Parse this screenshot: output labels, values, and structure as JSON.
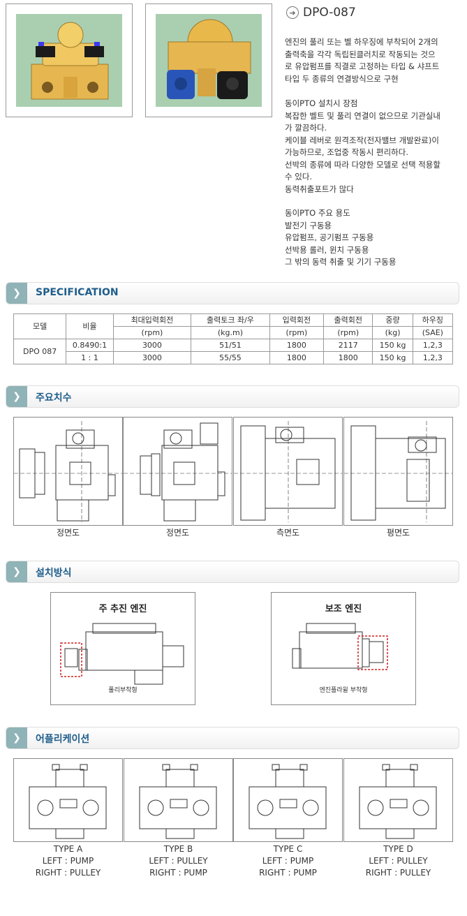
{
  "product": {
    "model": "DPO-087",
    "description": [
      "엔진의 풀리 또는 벨 하우징에 부착되어 2개의",
      "출력축을 각각 독립된클러치로 작동되는 것으",
      "로 유압펌프를 직결로 고정하는 타입 & 샤프트",
      "타입 두 종류의 연결방식으로 구현"
    ],
    "merits_title": "동이PTO 설치시 장점",
    "merits": [
      "복잡한 벨트 및 풀리 연결이 없으므로 기관실내",
      "가 깔끔하다.",
      "케이블 레버로 원격조작(전자밸브 개발완료)이",
      "가능하므로, 조업중 작동시 편리하다.",
      "선박의 종류에 따라 다양한 모델로 선택 적용할",
      "수 있다.",
      "동력취출포트가 많다"
    ],
    "uses_title": "동이PTO 주요 용도",
    "uses": [
      "발전기 구동용",
      "유압펌프, 공기펌프 구동용",
      "선박용 롤러, 윈치 구동용",
      "그 밖의 동력 취출 및 기기 구동용"
    ]
  },
  "sections": {
    "spec": "SPECIFICATION",
    "dimensions": "주요치수",
    "install": "설치방식",
    "application": "어플리케이션"
  },
  "spec_table": {
    "headers": [
      {
        "l1": "모델",
        "l2": ""
      },
      {
        "l1": "비율",
        "l2": ""
      },
      {
        "l1": "최대입력회전",
        "l2": "(rpm)"
      },
      {
        "l1": "출력토크 좌/우",
        "l2": "(kg.m)"
      },
      {
        "l1": "입력회전",
        "l2": "(rpm)"
      },
      {
        "l1": "출력회전",
        "l2": "(rpm)"
      },
      {
        "l1": "중량",
        "l2": "(kg)"
      },
      {
        "l1": "하우징",
        "l2": "(SAE)"
      }
    ],
    "model": "DPO 087",
    "rows": [
      {
        "ratio": "0.8490:1",
        "max_in": "3000",
        "torque": "51/51",
        "in_rpm": "1800",
        "out_rpm": "2117",
        "weight": "150 kg",
        "housing": "1,2,3"
      },
      {
        "ratio": "1 : 1",
        "max_in": "3000",
        "torque": "55/55",
        "in_rpm": "1800",
        "out_rpm": "1800",
        "weight": "150 kg",
        "housing": "1,2,3"
      }
    ]
  },
  "dimension_views": [
    "정면도",
    "정면도",
    "측면도",
    "평면도"
  ],
  "install": {
    "main": {
      "title": "주 추진 엔진",
      "caption": "풀리부착형"
    },
    "aux": {
      "title": "보조 엔진",
      "caption": "엔진플라윌 부착형"
    }
  },
  "applications": [
    {
      "type": "TYPE A",
      "left": "LEFT : PUMP",
      "right": "RIGHT : PULLEY"
    },
    {
      "type": "TYPE B",
      "left": "LEFT : PULLEY",
      "right": "RIGHT : PUMP"
    },
    {
      "type": "TYPE C",
      "left": "LEFT : PUMP",
      "right": "RIGHT : PUMP"
    },
    {
      "type": "TYPE D",
      "left": "LEFT : PULLEY",
      "right": "RIGHT : PULLEY"
    }
  ],
  "colors": {
    "accent": "#1f5e8c",
    "tab": "#8fb3b6",
    "photo_bg": "#a9cfb0",
    "machine": "#e8b84a",
    "highlight": "#d22020"
  }
}
